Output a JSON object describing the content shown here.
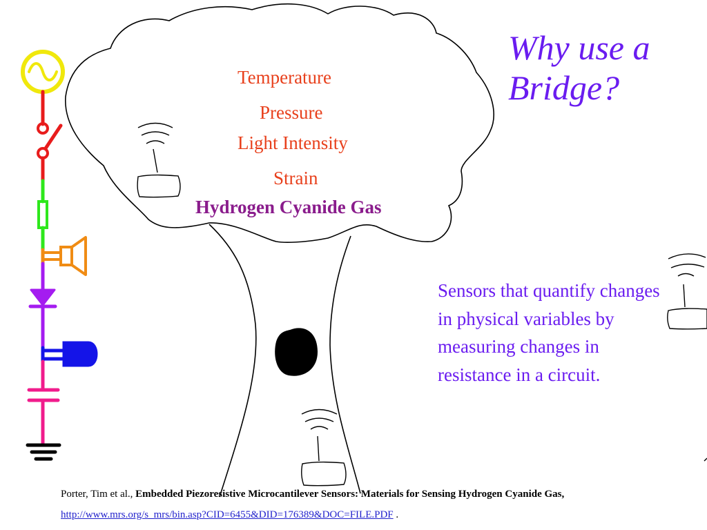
{
  "slide": {
    "title": "Why use a Bridge?",
    "variables": [
      "Temperature",
      "Pressure",
      "Light Intensity",
      "Strain"
    ],
    "highlight_variable": "Hydrogen Cyanide Gas",
    "description": "Sensors that quantify changes in physical variables by measuring changes in resistance in a circuit.",
    "citation": {
      "authors": "Porter, Tim et al., ",
      "title": "Embedded Piezoresistive Microcantilever Sensors: Materials for Sensing Hydrogen Cyanide Gas,",
      "url": "http://www.mrs.org/s_mrs/bin.asp?CID=6455&DID=176389&DOC=FILE.PDF",
      "end": " ."
    }
  },
  "colors": {
    "variables": "#e8401c",
    "highlight": "#8a1c8c",
    "title": "#6a1cf0",
    "circuit": [
      "#f0e80c",
      "#e81c1c",
      "#2ee81c",
      "#f08c14",
      "#a41cf0",
      "#1414e8",
      "#f01c8c",
      "#000000"
    ]
  }
}
